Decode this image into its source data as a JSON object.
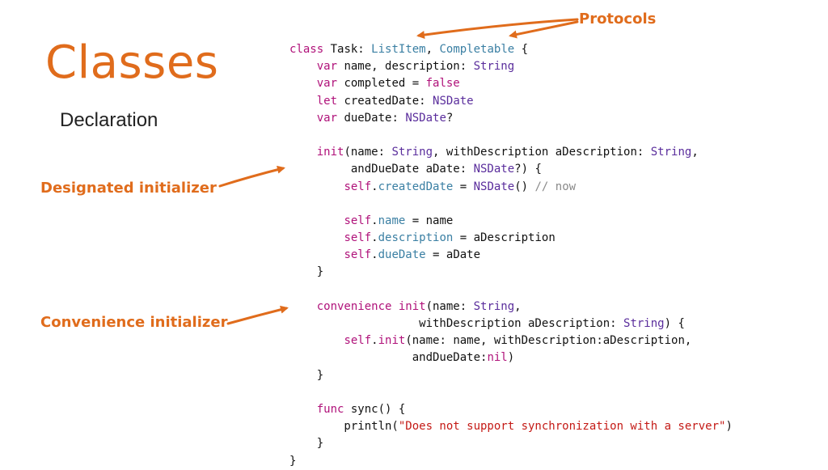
{
  "slide": {
    "title": "Classes",
    "subtitle": "Declaration"
  },
  "annotations": {
    "protocols": "Protocols",
    "designated": "Designated initializer",
    "convenience": "Convenience initializer"
  },
  "colors": {
    "accent": "#e06c1c",
    "keyword": "#b0127a",
    "type": "#5a2d9c",
    "property": "#3a7fa3",
    "string": "#c41a16",
    "comment": "#8a8a8a"
  },
  "code": [
    [
      {
        "t": "kw",
        "v": "class"
      },
      {
        "t": "",
        "v": " Task: "
      },
      {
        "t": "pr",
        "v": "ListItem"
      },
      {
        "t": "",
        "v": ", "
      },
      {
        "t": "pr",
        "v": "Completable"
      },
      {
        "t": "",
        "v": " {"
      }
    ],
    [
      {
        "t": "",
        "v": "    "
      },
      {
        "t": "kw",
        "v": "var"
      },
      {
        "t": "",
        "v": " name, description: "
      },
      {
        "t": "ty",
        "v": "String"
      }
    ],
    [
      {
        "t": "",
        "v": "    "
      },
      {
        "t": "kw",
        "v": "var"
      },
      {
        "t": "",
        "v": " completed = "
      },
      {
        "t": "lit",
        "v": "false"
      }
    ],
    [
      {
        "t": "",
        "v": "    "
      },
      {
        "t": "kw",
        "v": "let"
      },
      {
        "t": "",
        "v": " createdDate: "
      },
      {
        "t": "ty",
        "v": "NSDate"
      }
    ],
    [
      {
        "t": "",
        "v": "    "
      },
      {
        "t": "kw",
        "v": "var"
      },
      {
        "t": "",
        "v": " dueDate: "
      },
      {
        "t": "ty",
        "v": "NSDate"
      },
      {
        "t": "",
        "v": "?"
      }
    ],
    [
      {
        "t": "",
        "v": ""
      }
    ],
    [
      {
        "t": "",
        "v": "    "
      },
      {
        "t": "kw",
        "v": "init"
      },
      {
        "t": "",
        "v": "(name: "
      },
      {
        "t": "ty",
        "v": "String"
      },
      {
        "t": "",
        "v": ", withDescription aDescription: "
      },
      {
        "t": "ty",
        "v": "String"
      },
      {
        "t": "",
        "v": ","
      }
    ],
    [
      {
        "t": "",
        "v": "         andDueDate aDate: "
      },
      {
        "t": "ty",
        "v": "NSDate"
      },
      {
        "t": "",
        "v": "?) {"
      }
    ],
    [
      {
        "t": "",
        "v": "        "
      },
      {
        "t": "kw",
        "v": "self"
      },
      {
        "t": "",
        "v": "."
      },
      {
        "t": "pr",
        "v": "createdDate"
      },
      {
        "t": "",
        "v": " = "
      },
      {
        "t": "ty",
        "v": "NSDate"
      },
      {
        "t": "",
        "v": "() "
      },
      {
        "t": "cm",
        "v": "// now"
      }
    ],
    [
      {
        "t": "",
        "v": ""
      }
    ],
    [
      {
        "t": "",
        "v": "        "
      },
      {
        "t": "kw",
        "v": "self"
      },
      {
        "t": "",
        "v": "."
      },
      {
        "t": "pr",
        "v": "name"
      },
      {
        "t": "",
        "v": " = name"
      }
    ],
    [
      {
        "t": "",
        "v": "        "
      },
      {
        "t": "kw",
        "v": "self"
      },
      {
        "t": "",
        "v": "."
      },
      {
        "t": "pr",
        "v": "description"
      },
      {
        "t": "",
        "v": " = aDescription"
      }
    ],
    [
      {
        "t": "",
        "v": "        "
      },
      {
        "t": "kw",
        "v": "self"
      },
      {
        "t": "",
        "v": "."
      },
      {
        "t": "pr",
        "v": "dueDate"
      },
      {
        "t": "",
        "v": " = aDate"
      }
    ],
    [
      {
        "t": "",
        "v": "    }"
      }
    ],
    [
      {
        "t": "",
        "v": ""
      }
    ],
    [
      {
        "t": "",
        "v": "    "
      },
      {
        "t": "kw",
        "v": "convenience init"
      },
      {
        "t": "",
        "v": "(name: "
      },
      {
        "t": "ty",
        "v": "String"
      },
      {
        "t": "",
        "v": ","
      }
    ],
    [
      {
        "t": "",
        "v": "                   withDescription aDescription: "
      },
      {
        "t": "ty",
        "v": "String"
      },
      {
        "t": "",
        "v": ") {"
      }
    ],
    [
      {
        "t": "",
        "v": "        "
      },
      {
        "t": "kw",
        "v": "self"
      },
      {
        "t": "",
        "v": "."
      },
      {
        "t": "kw",
        "v": "init"
      },
      {
        "t": "",
        "v": "(name: name, withDescription:aDescription,"
      }
    ],
    [
      {
        "t": "",
        "v": "                  andDueDate:"
      },
      {
        "t": "lit",
        "v": "nil"
      },
      {
        "t": "",
        "v": ")"
      }
    ],
    [
      {
        "t": "",
        "v": "    }"
      }
    ],
    [
      {
        "t": "",
        "v": ""
      }
    ],
    [
      {
        "t": "",
        "v": "    "
      },
      {
        "t": "kw",
        "v": "func"
      },
      {
        "t": "",
        "v": " sync() {"
      }
    ],
    [
      {
        "t": "",
        "v": "        println("
      },
      {
        "t": "str",
        "v": "\"Does not support synchronization with a server\""
      },
      {
        "t": "",
        "v": ")"
      }
    ],
    [
      {
        "t": "",
        "v": "    }"
      }
    ],
    [
      {
        "t": "",
        "v": "}"
      }
    ]
  ]
}
